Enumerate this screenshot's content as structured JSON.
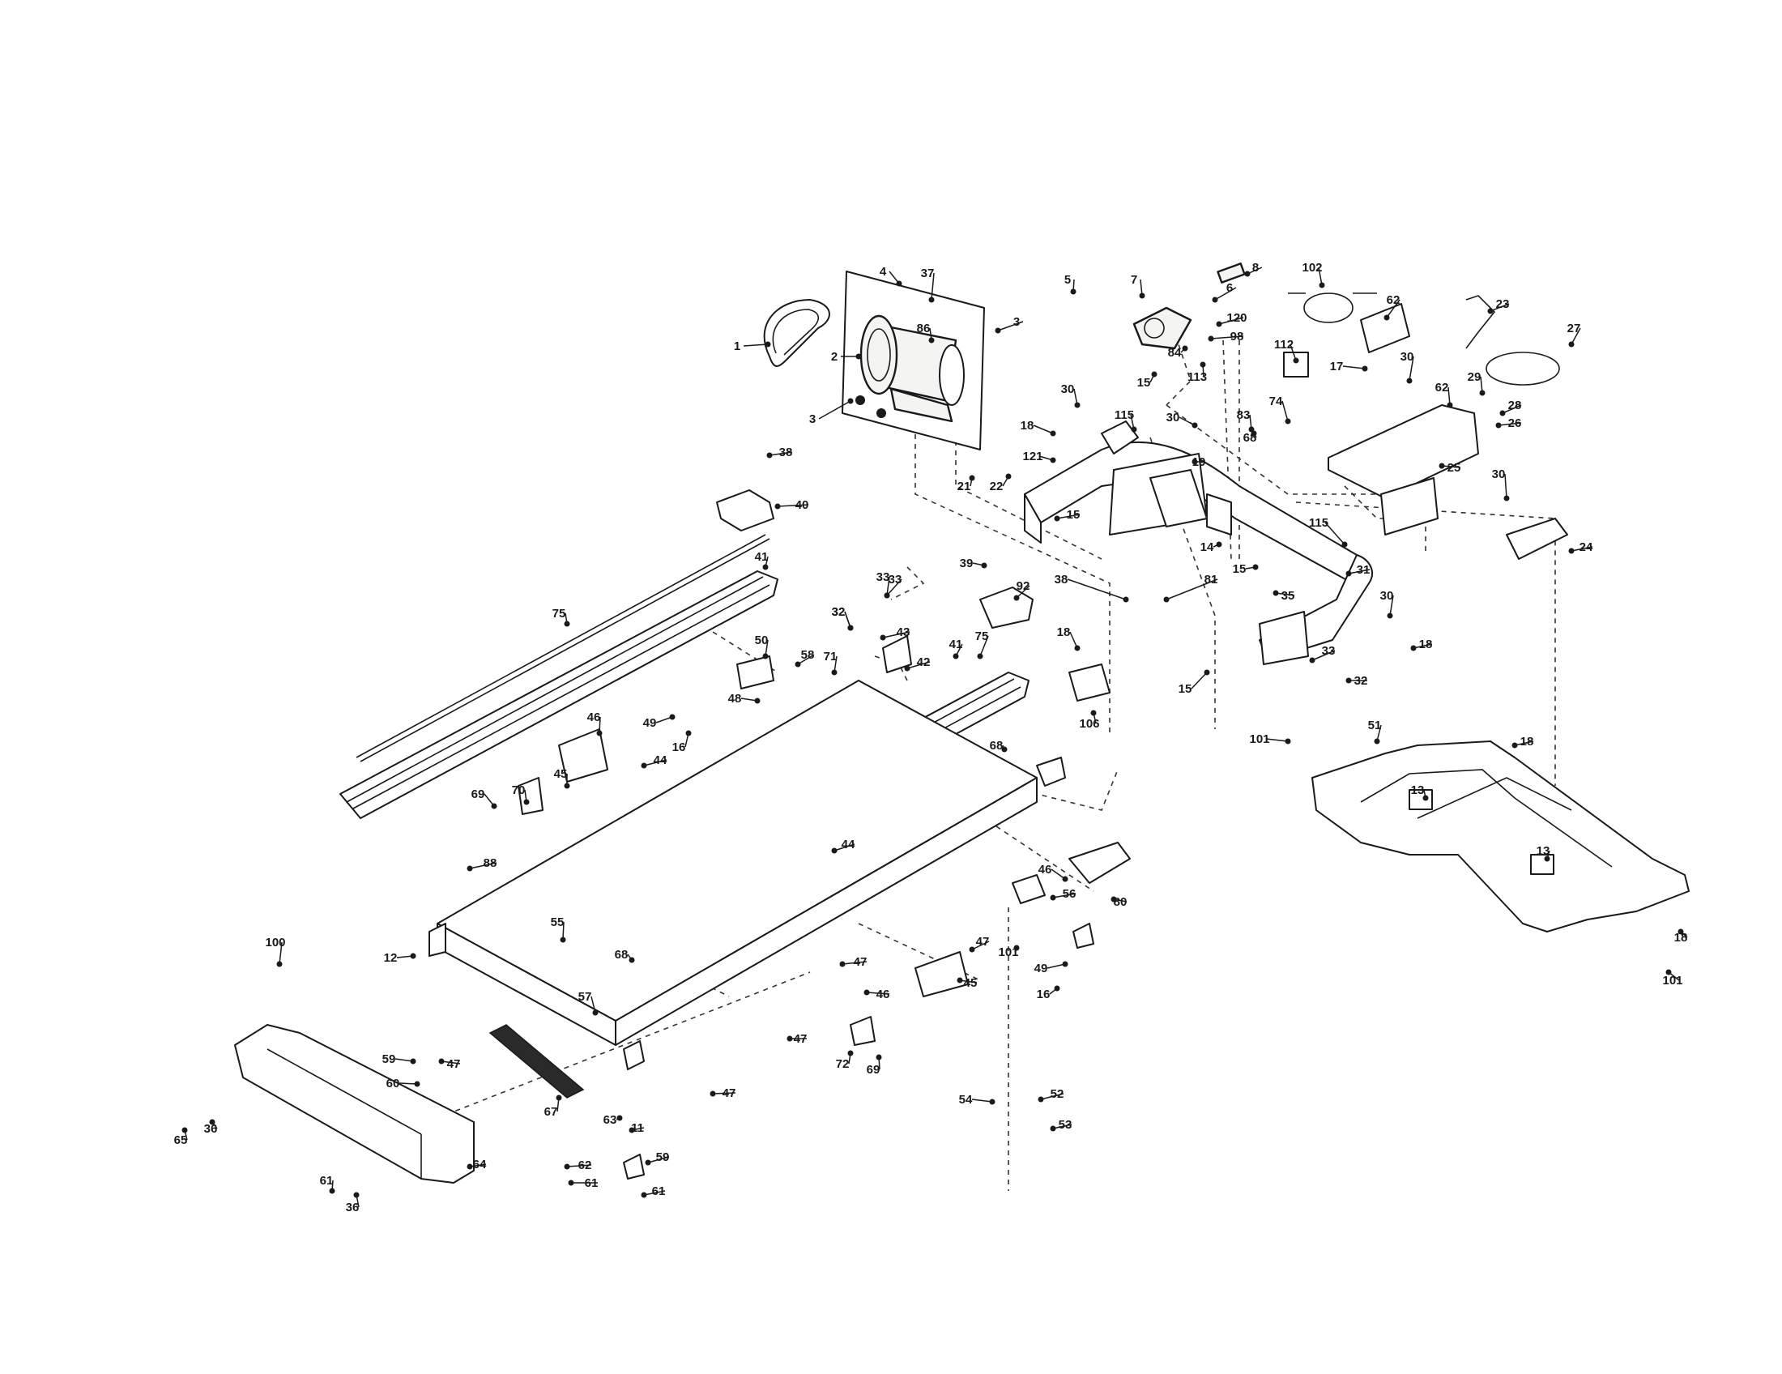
{
  "figure": {
    "callouts": [
      {
        "id": "1",
        "label": "1"
      },
      {
        "id": "2",
        "label": "2"
      },
      {
        "id": "3a",
        "label": "3"
      },
      {
        "id": "3b",
        "label": "3"
      },
      {
        "id": "4",
        "label": "4"
      },
      {
        "id": "37",
        "label": "37"
      },
      {
        "id": "86",
        "label": "86"
      },
      {
        "id": "5",
        "label": "5"
      },
      {
        "id": "7",
        "label": "7"
      },
      {
        "id": "6",
        "label": "6"
      },
      {
        "id": "8",
        "label": "8"
      },
      {
        "id": "102",
        "label": "102"
      },
      {
        "id": "62a",
        "label": "62"
      },
      {
        "id": "23",
        "label": "23"
      },
      {
        "id": "120",
        "label": "120"
      },
      {
        "id": "98",
        "label": "98"
      },
      {
        "id": "84",
        "label": "84"
      },
      {
        "id": "113",
        "label": "113"
      },
      {
        "id": "15a",
        "label": "15"
      },
      {
        "id": "112",
        "label": "112"
      },
      {
        "id": "17",
        "label": "17"
      },
      {
        "id": "27",
        "label": "27"
      },
      {
        "id": "30a",
        "label": "30"
      },
      {
        "id": "62b",
        "label": "62"
      },
      {
        "id": "29",
        "label": "29"
      },
      {
        "id": "28",
        "label": "28"
      },
      {
        "id": "26",
        "label": "26"
      },
      {
        "id": "74",
        "label": "74"
      },
      {
        "id": "83",
        "label": "83"
      },
      {
        "id": "68a",
        "label": "68"
      },
      {
        "id": "25",
        "label": "25"
      },
      {
        "id": "30b",
        "label": "30"
      },
      {
        "id": "24",
        "label": "24"
      },
      {
        "id": "30c",
        "label": "30"
      },
      {
        "id": "18a",
        "label": "18"
      },
      {
        "id": "115a",
        "label": "115"
      },
      {
        "id": "30d",
        "label": "30"
      },
      {
        "id": "19a",
        "label": "19"
      },
      {
        "id": "121",
        "label": "121"
      },
      {
        "id": "21",
        "label": "21"
      },
      {
        "id": "22",
        "label": "22"
      },
      {
        "id": "15b",
        "label": "15"
      },
      {
        "id": "14",
        "label": "14"
      },
      {
        "id": "15c",
        "label": "15"
      },
      {
        "id": "115b",
        "label": "115"
      },
      {
        "id": "31",
        "label": "31"
      },
      {
        "id": "38a",
        "label": "38"
      },
      {
        "id": "81",
        "label": "81"
      },
      {
        "id": "35",
        "label": "35"
      },
      {
        "id": "30e",
        "label": "30"
      },
      {
        "id": "18b",
        "label": "18"
      },
      {
        "id": "33a",
        "label": "33"
      },
      {
        "id": "32a",
        "label": "32"
      },
      {
        "id": "33b",
        "label": "33"
      },
      {
        "id": "32b",
        "label": "32"
      },
      {
        "id": "15d",
        "label": "15"
      },
      {
        "id": "39",
        "label": "39"
      },
      {
        "id": "33c",
        "label": "33"
      },
      {
        "id": "43",
        "label": "43"
      },
      {
        "id": "92",
        "label": "92"
      },
      {
        "id": "18c",
        "label": "18"
      },
      {
        "id": "106",
        "label": "106"
      },
      {
        "id": "38b",
        "label": "38"
      },
      {
        "id": "40",
        "label": "40"
      },
      {
        "id": "41a",
        "label": "41"
      },
      {
        "id": "75a",
        "label": "75"
      },
      {
        "id": "32c",
        "label": "32"
      },
      {
        "id": "42",
        "label": "42"
      },
      {
        "id": "41b",
        "label": "41"
      },
      {
        "id": "75b",
        "label": "75"
      },
      {
        "id": "50",
        "label": "50"
      },
      {
        "id": "58",
        "label": "58"
      },
      {
        "id": "71",
        "label": "71"
      },
      {
        "id": "48",
        "label": "48"
      },
      {
        "id": "49a",
        "label": "49"
      },
      {
        "id": "16a",
        "label": "16"
      },
      {
        "id": "45a",
        "label": "45"
      },
      {
        "id": "46a",
        "label": "46"
      },
      {
        "id": "44a",
        "label": "44"
      },
      {
        "id": "69a",
        "label": "69"
      },
      {
        "id": "70",
        "label": "70"
      },
      {
        "id": "68b",
        "label": "68"
      },
      {
        "id": "44b",
        "label": "44"
      },
      {
        "id": "88",
        "label": "88"
      },
      {
        "id": "55",
        "label": "55"
      },
      {
        "id": "12",
        "label": "12"
      },
      {
        "id": "100",
        "label": "100"
      },
      {
        "id": "68c",
        "label": "68"
      },
      {
        "id": "57",
        "label": "57"
      },
      {
        "id": "46b",
        "label": "46"
      },
      {
        "id": "56",
        "label": "56"
      },
      {
        "id": "80a",
        "label": "80"
      },
      {
        "id": "47a",
        "label": "47"
      },
      {
        "id": "101a",
        "label": "101"
      },
      {
        "id": "49b",
        "label": "49"
      },
      {
        "id": "16b",
        "label": "16"
      },
      {
        "id": "45b",
        "label": "45"
      },
      {
        "id": "47b",
        "label": "47"
      },
      {
        "id": "46c",
        "label": "46"
      },
      {
        "id": "47c",
        "label": "47"
      },
      {
        "id": "72",
        "label": "72"
      },
      {
        "id": "69b",
        "label": "69"
      },
      {
        "id": "59a",
        "label": "59"
      },
      {
        "id": "60",
        "label": "60"
      },
      {
        "id": "47d",
        "label": "47"
      },
      {
        "id": "67",
        "label": "67"
      },
      {
        "id": "63",
        "label": "63"
      },
      {
        "id": "11",
        "label": "11"
      },
      {
        "id": "47e",
        "label": "47"
      },
      {
        "id": "54a",
        "label": "54"
      },
      {
        "id": "52",
        "label": "52"
      },
      {
        "id": "53",
        "label": "53"
      },
      {
        "id": "65",
        "label": "65"
      },
      {
        "id": "36a",
        "label": "36"
      },
      {
        "id": "64",
        "label": "64"
      },
      {
        "id": "61a",
        "label": "61"
      },
      {
        "id": "36b",
        "label": "36"
      },
      {
        "id": "62c",
        "label": "62"
      },
      {
        "id": "61b",
        "label": "61"
      },
      {
        "id": "59b",
        "label": "59"
      },
      {
        "id": "61c",
        "label": "61"
      },
      {
        "id": "101b",
        "label": "101"
      },
      {
        "id": "51",
        "label": "51"
      },
      {
        "id": "18d",
        "label": "18"
      },
      {
        "id": "13a",
        "label": "13"
      },
      {
        "id": "13b",
        "label": "13"
      },
      {
        "id": "18e",
        "label": "18"
      },
      {
        "id": "101c",
        "label": "101"
      }
    ]
  }
}
